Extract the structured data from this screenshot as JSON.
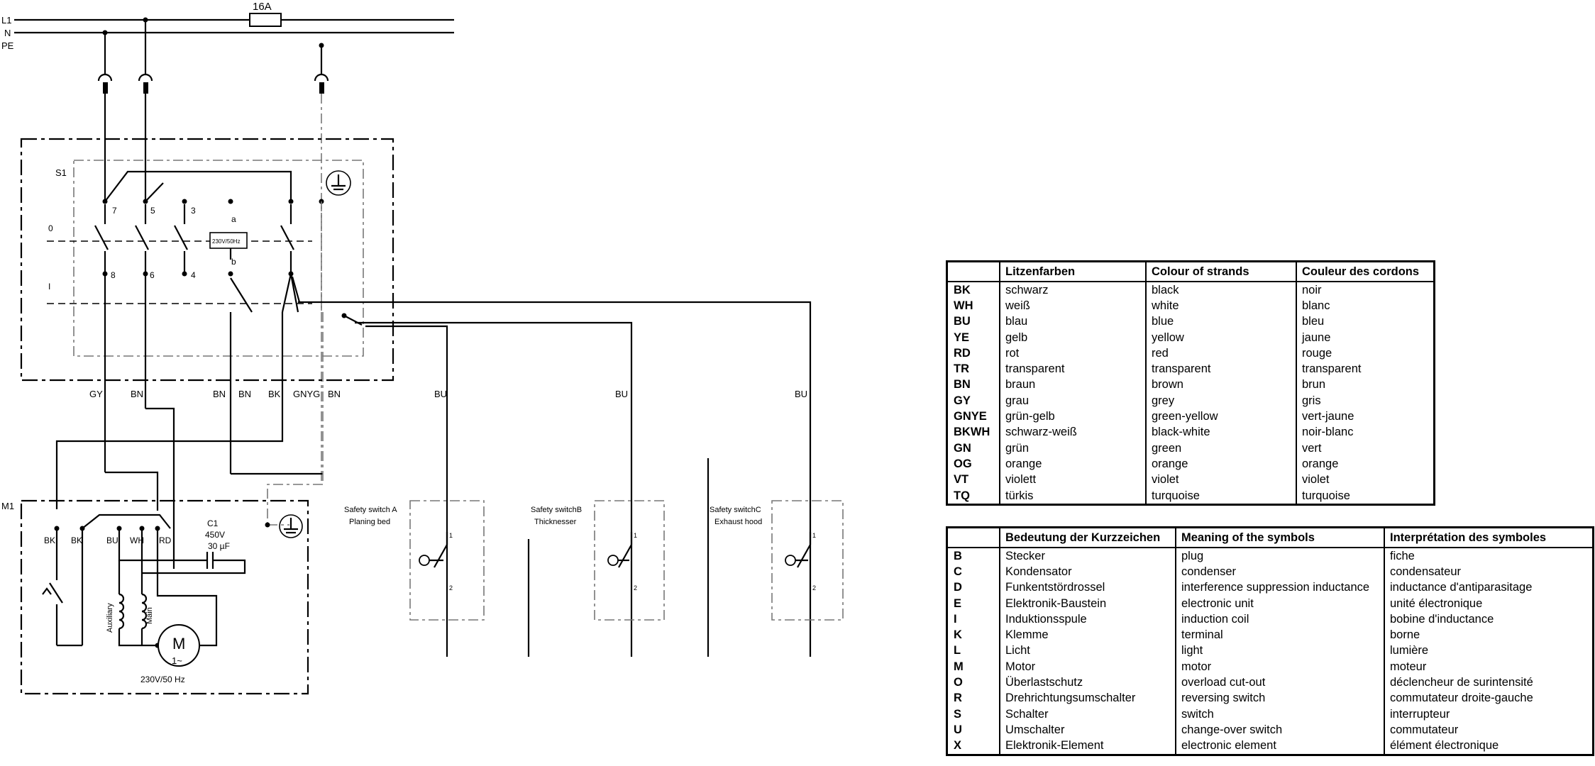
{
  "schematic": {
    "lines": [
      "L1",
      "N",
      "PE"
    ],
    "fuse": "16A",
    "switch": {
      "name": "S1",
      "position_0": "0",
      "position_1": "I",
      "terminals_top": [
        "7",
        "5",
        "3"
      ],
      "terminals_bottom": [
        "8",
        "6",
        "4"
      ],
      "label_a": "a",
      "label_b": "b",
      "coil": "230V/50Hz"
    },
    "wire_codes": [
      "GY",
      "BN",
      "BN",
      "BN",
      "BK",
      "GNYG",
      "BN",
      "BU",
      "BU",
      "BU"
    ],
    "motor": {
      "name": "M1",
      "terminals": [
        "BK",
        "BK",
        "BU",
        "WH",
        "RD"
      ],
      "capacitor": [
        "C1",
        "450V",
        "30 µF"
      ],
      "auxiliary": "Auxiliary",
      "main": "Main",
      "symbol": "M",
      "rating": "230V/50 Hz"
    },
    "safety_switches": [
      {
        "title": "Safety switch A",
        "subtitle": "Planing bed",
        "contact_top": "1",
        "contact_bottom": "2"
      },
      {
        "title": "Safety switchB",
        "subtitle": "Thicknesser",
        "contact_top": "1",
        "contact_bottom": "2"
      },
      {
        "title": "Safety switchC",
        "subtitle": "Exhaust hood",
        "contact_top": "1",
        "contact_bottom": "2"
      }
    ]
  },
  "colour_table": {
    "headers": [
      "",
      "Litzenfarben",
      "Colour of strands",
      "Couleur des cordons"
    ],
    "rows": [
      [
        "BK",
        "schwarz",
        "black",
        "noir"
      ],
      [
        "WH",
        "weiß",
        "white",
        "blanc"
      ],
      [
        "BU",
        "blau",
        "blue",
        "bleu"
      ],
      [
        "YE",
        "gelb",
        "yellow",
        "jaune"
      ],
      [
        "RD",
        "rot",
        "red",
        "rouge"
      ],
      [
        "TR",
        "transparent",
        "transparent",
        "transparent"
      ],
      [
        "BN",
        "braun",
        "brown",
        "brun"
      ],
      [
        "GY",
        "grau",
        "grey",
        "gris"
      ],
      [
        "GNYE",
        "grün-gelb",
        "green-yellow",
        "vert-jaune"
      ],
      [
        "BKWH",
        "schwarz-weiß",
        "black-white",
        "noir-blanc"
      ],
      [
        "GN",
        "grün",
        "green",
        "vert"
      ],
      [
        "OG",
        "orange",
        "orange",
        "orange"
      ],
      [
        "VT",
        "violett",
        "violet",
        "violet"
      ],
      [
        "TQ",
        "türkis",
        "turquoise",
        "turquoise"
      ]
    ]
  },
  "symbol_table": {
    "headers": [
      "",
      "Bedeutung der Kurzzeichen",
      "Meaning of the symbols",
      "Interprétation des symboles"
    ],
    "rows": [
      [
        "B",
        "Stecker",
        "plug",
        "fiche"
      ],
      [
        "C",
        "Kondensator",
        "condenser",
        "condensateur"
      ],
      [
        "D",
        "Funkentstördrossel",
        "interference suppression inductance",
        "inductance d'antiparasitage"
      ],
      [
        "E",
        "Elektronik-Baustein",
        "electronic unit",
        "unité électronique"
      ],
      [
        "I",
        "Induktionsspule",
        "induction coil",
        "bobine d'inductance"
      ],
      [
        "K",
        "Klemme",
        "terminal",
        "borne"
      ],
      [
        "L",
        "Licht",
        "light",
        "lumière"
      ],
      [
        "M",
        "Motor",
        "motor",
        "moteur"
      ],
      [
        "O",
        "Überlastschutz",
        "overload cut-out",
        "déclencheur de surintensité"
      ],
      [
        "R",
        "Drehrichtungsumschalter",
        "reversing switch",
        "commutateur droite-gauche"
      ],
      [
        "S",
        "Schalter",
        "switch",
        "interrupteur"
      ],
      [
        "U",
        "Umschalter",
        "change-over switch",
        "commutateur"
      ],
      [
        "X",
        "Elektronik-Element",
        "electronic element",
        "élément électronique"
      ]
    ]
  }
}
